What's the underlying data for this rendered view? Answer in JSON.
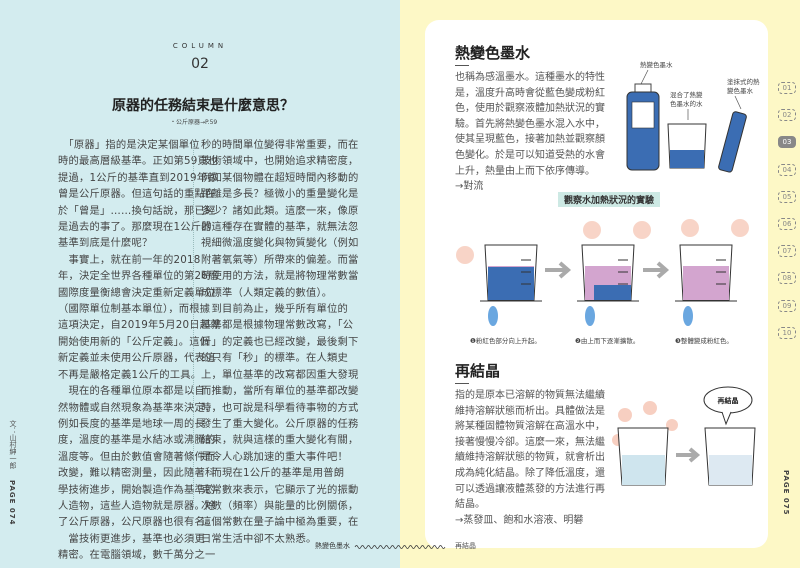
{
  "left_page": {
    "kicker": "COLUMN",
    "number": "02",
    "title": "原器的任務結束是什麼意思？",
    "reference": "・公斤原器→P.59",
    "author": "文：山村紳一郎",
    "page_label": "PAGE 074",
    "columns": [
      {
        "lines": [
          "　「原器」指的是決定某個單位",
          "時的最高層級基準。正如第59頁也",
          "提過，1公斤的基準直到2019年都",
          "曾是公斤原器。但這句話的重點在",
          "於「曾是」……換句話說，那已經",
          "是過去的事了。那麼現在1公斤的",
          "基準到底是什麼呢？",
          "　事實上，就在前一年的2018",
          "年，決定全世界各種單位的第26屆",
          "國際度量衡總會決定重新定義單位",
          "（國際單位制基本單位），而根據",
          "這項決定，自2019年5月20日起就",
          "開始使用新的「公斤定義」。這個",
          "新定義並未使用公斤原器，代表這",
          "不再是嚴格定義1公斤的工具。",
          "　現在的各種單位原本都是以自",
          "然物體或自然現象為基準來決定，",
          "例如長度的基準是地球一周的長",
          "度，溫度的基準是水結冰或沸騰的",
          "溫度等。但由於數值會隨著條件而",
          "改變，難以精密測量，因此隨著科",
          "學技術進步，開始製造作為基準的",
          "人造物，這些人造物就是原器。除",
          "了公斤原器，公尺原器也很有名。",
          "　當技術更進步，基準也必須更",
          "精密。在電腦領域，數千萬分之一"
        ]
      },
      {
        "lines": [
          "秒的時間單位變得非常重要，而在",
          "技術領域中，也開始追求精密度，",
          "例如某個物體在超短時間內移動的",
          "距離是多長？極微小的重量變化是",
          "多少？諸如此類。這麼一來，像原",
          "器這種存在實體的基準，就無法忽",
          "視細微溫度變化與物質變化（例如",
          "附著氧氣等）所帶來的偏差。而當",
          "時使用的方法，就是將物理常數當",
          "成標準（人類定義的數值）。",
          "　到目前為止，幾乎所有單位的",
          "基準都是根據物理常數改寫，「公",
          "斤」的定義也已經改變，最後剩下",
          "的只有「秒」的標準。在人類史",
          "上，單位基準的改寫都因重大發現",
          "而推動，當所有單位的基準都改變",
          "時，也可說是科學看待事物的方式",
          "發生了重大變化。公斤原器的任務",
          "結束，就與這樣的重大變化有關，",
          "是令人心跳加速的重大事件吧！",
          "　而現在1公斤的基準是用普朗",
          "克常數來表示，它顯示了光的振動",
          "次數（頻率）與能量的比例關係，",
          "這個常數在量子論中極為重要，在",
          "日常生活中卻不太熟悉。"
        ]
      }
    ]
  },
  "right_page": {
    "page_label": "PAGE 075",
    "section1": {
      "title": "熱變色墨水",
      "lines": [
        "也稱為感溫墨水。這種墨水的特性",
        "是，溫度升高時會從藍色變成粉紅",
        "色，使用於觀察液體加熱狀況的實",
        "驗。首先將熱變色墨水混入水中，",
        "使其呈現藍色，接著加熱並觀察顏",
        "色變化。於是可以知道受熱的水會",
        "上升，熱量由上而下依序傳導。",
        "→對流"
      ],
      "illustration_labels": {
        "bottle": "熱變色墨水",
        "beaker_line1": "混合了熱變",
        "beaker_line2": "色墨水的水",
        "tube_line1": "塗抹式的熱",
        "tube_line2": "變色墨水"
      }
    },
    "experiment": {
      "title": "觀察水加熱狀況的實驗",
      "steps": [
        "❶粉紅色部分向上升起。",
        "❷由上而下逐漸擴散。",
        "❸整體變成粉紅色。"
      ],
      "colors": {
        "blue": "#3b6db3",
        "pink": "#d3a5cf",
        "flame": "#6aa7e0",
        "steam": "#f2a98f"
      }
    },
    "section2": {
      "title": "再結晶",
      "lines": [
        "指的是原本已溶解的物質無法繼續",
        "維持溶解狀態而析出。具體做法是",
        "將某種固體物質溶解在高溫水中，",
        "接著慢慢冷卻。這麼一來，無法繼",
        "續維持溶解狀態的物質，就會析出",
        "成為純化結晶。除了降低溫度，還",
        "可以透過讓液體蒸發的方法進行再",
        "結晶。",
        "→蒸發皿、飽和水溶液、明礬"
      ],
      "bubble": "再結晶"
    },
    "tabs": [
      {
        "label": "01",
        "active": false
      },
      {
        "label": "02",
        "active": false
      },
      {
        "label": "03",
        "active": true
      },
      {
        "label": "04",
        "active": false
      },
      {
        "label": "05",
        "active": false
      },
      {
        "label": "06",
        "active": false
      },
      {
        "label": "07",
        "active": false
      },
      {
        "label": "08",
        "active": false
      },
      {
        "label": "09",
        "active": false
      },
      {
        "label": "10",
        "active": false
      }
    ]
  },
  "footer_nav": {
    "prev": "熱變色墨水",
    "next": "再結晶"
  },
  "colors": {
    "left_bg": "#d3ecef",
    "right_bg": "#fdf8c6",
    "card": "#ffffff"
  }
}
